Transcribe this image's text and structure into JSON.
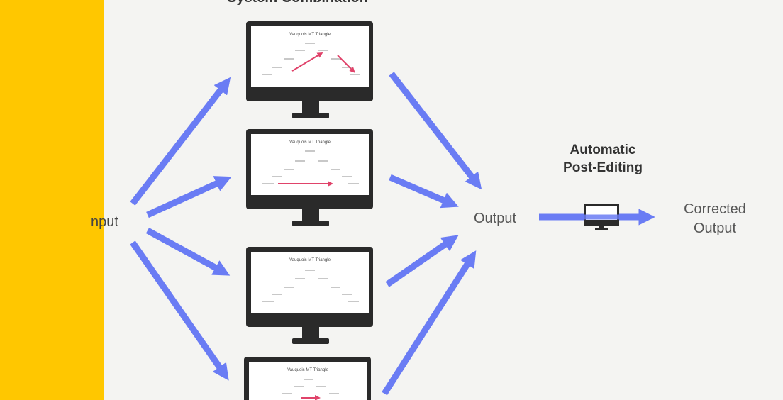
{
  "title": "System Combination",
  "input_label": "nput",
  "output_label": "Output",
  "ape_label_line1": "Automatic",
  "ape_label_line2": "Post-Editing",
  "corrected_label_line1": "Corrected",
  "corrected_label_line2": "Output",
  "screen_title": "Vauquois MT Triangle",
  "colors": {
    "arrow": "#6a7cf4",
    "accent_bar": "#ffc700",
    "monitor": "#2a2a2a",
    "red_arrow": "#e0436a"
  },
  "icons": {
    "monitor": "monitor-icon",
    "small_monitor": "small-monitor-icon"
  }
}
